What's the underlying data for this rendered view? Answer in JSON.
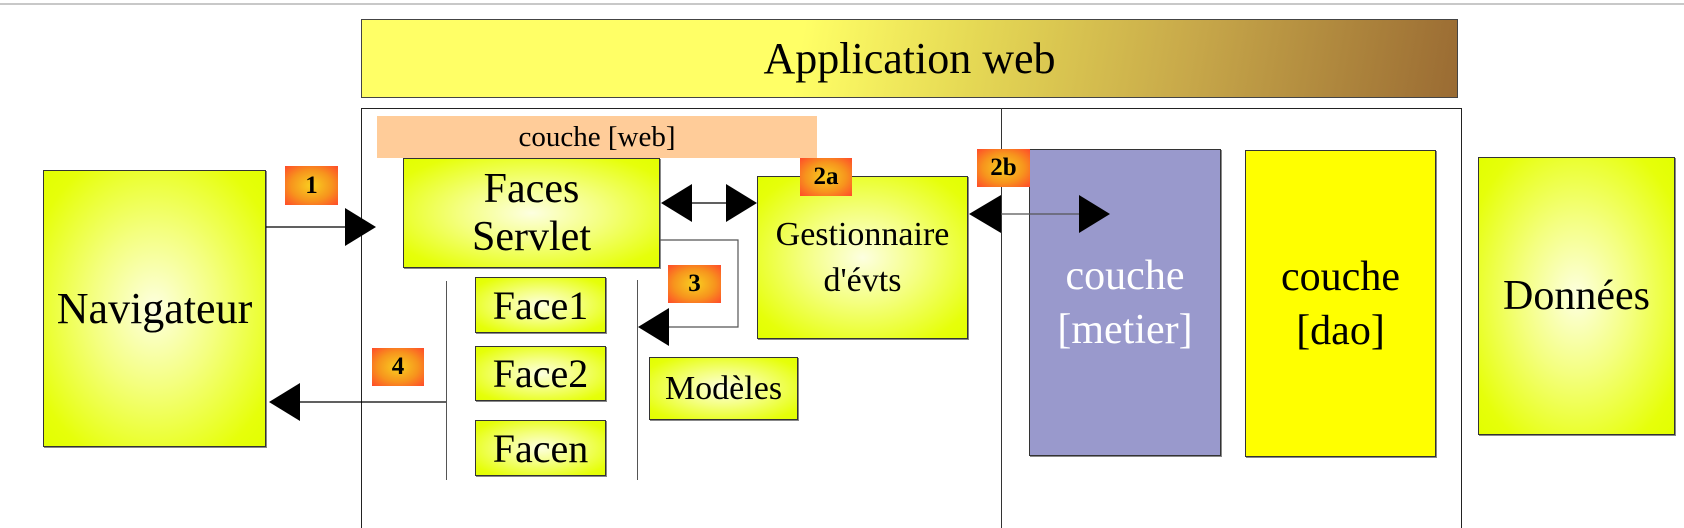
{
  "diagram": {
    "title": "Application web",
    "web_layer_label": "couche [web]",
    "nodes": {
      "navigateur": "Navigateur",
      "faces_servlet_line1": "Faces",
      "faces_servlet_line2": "Servlet",
      "gestionnaire_line1": "Gestionnaire",
      "gestionnaire_line2": "d'évts",
      "face1": "Face1",
      "face2": "Face2",
      "facen": "Facen",
      "modeles": "Modèles",
      "metier_line1": "couche",
      "metier_line2": "[metier]",
      "dao_line1": "couche",
      "dao_line2": "[dao]",
      "donnees": "Données"
    },
    "steps": {
      "step1": "1",
      "step2a": "2a",
      "step2b": "2b",
      "step3": "3",
      "step4": "4"
    },
    "edges": [
      {
        "from": "Navigateur",
        "to": "Faces Servlet",
        "step": "1"
      },
      {
        "from": "Faces Servlet",
        "to": "Gestionnaire d'évts",
        "step": "2a",
        "bidirectional": true
      },
      {
        "from": "Gestionnaire d'évts",
        "to": "couche [metier]",
        "step": "2b",
        "bidirectional": true
      },
      {
        "from": "Faces Servlet",
        "to": "Faces",
        "step": "3"
      },
      {
        "from": "Faces",
        "to": "Navigateur",
        "step": "4"
      }
    ],
    "colors": {
      "node_yellow": "#e2ff00",
      "metier_fill": "#9999cc",
      "dao_fill": "#ffff00",
      "web_layer_fill": "#ffcc99",
      "badge_center": "#f8d020",
      "badge_edge": "#ff4a2a",
      "banner_start": "#ffff66",
      "banner_end": "#9a6b33"
    }
  }
}
